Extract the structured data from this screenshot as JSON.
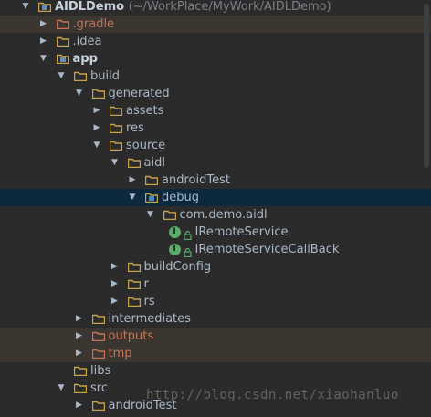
{
  "colors": {
    "background": "#2b2b2b",
    "selected_row": "#0d293e",
    "excluded_row": "#3b3630",
    "folder": "#c7a34a",
    "excluded_folder": "#c4735a",
    "interface_badge": "#5aab6a",
    "text": "#a9b7c6"
  },
  "tree": [
    {
      "label": "AIDLDemo",
      "extra": "(~/WorkPlace/MyWork/AIDLDemo)",
      "depth": 0,
      "arrow": "down",
      "icon": "module-folder-icon",
      "bold": true
    },
    {
      "label": ".gradle",
      "depth": 1,
      "arrow": "right",
      "icon": "excluded-folder-icon",
      "excluded": true
    },
    {
      "label": ".idea",
      "depth": 1,
      "arrow": "right",
      "icon": "folder-icon"
    },
    {
      "label": "app",
      "depth": 1,
      "arrow": "down",
      "icon": "module-folder-icon",
      "bold": true
    },
    {
      "label": "build",
      "depth": 2,
      "arrow": "down",
      "icon": "folder-icon"
    },
    {
      "label": "generated",
      "depth": 3,
      "arrow": "down",
      "icon": "folder-icon"
    },
    {
      "label": "assets",
      "depth": 4,
      "arrow": "right",
      "icon": "folder-icon"
    },
    {
      "label": "res",
      "depth": 4,
      "arrow": "right",
      "icon": "folder-icon"
    },
    {
      "label": "source",
      "depth": 4,
      "arrow": "down",
      "icon": "folder-icon"
    },
    {
      "label": "aidl",
      "depth": 5,
      "arrow": "down",
      "icon": "folder-icon"
    },
    {
      "label": "androidTest",
      "depth": 6,
      "arrow": "right",
      "icon": "folder-icon"
    },
    {
      "label": "debug",
      "depth": 6,
      "arrow": "down",
      "icon": "source-root-folder-icon",
      "selected": true
    },
    {
      "label": "com.demo.aidl",
      "depth": 7,
      "arrow": "down",
      "icon": "package-icon"
    },
    {
      "label": "IRemoteService",
      "depth": 9,
      "arrow": "none",
      "icon": "interface-icon"
    },
    {
      "label": "IRemoteServiceCallBack",
      "depth": 9,
      "arrow": "none",
      "icon": "interface-icon"
    },
    {
      "label": "buildConfig",
      "depth": 5,
      "arrow": "right",
      "icon": "folder-icon"
    },
    {
      "label": "r",
      "depth": 5,
      "arrow": "right",
      "icon": "folder-icon"
    },
    {
      "label": "rs",
      "depth": 5,
      "arrow": "right",
      "icon": "folder-icon"
    },
    {
      "label": "intermediates",
      "depth": 3,
      "arrow": "right",
      "icon": "folder-icon"
    },
    {
      "label": "outputs",
      "depth": 3,
      "arrow": "right",
      "icon": "excluded-folder-icon",
      "excluded": true
    },
    {
      "label": "tmp",
      "depth": 3,
      "arrow": "right",
      "icon": "excluded-folder-icon",
      "excluded": true
    },
    {
      "label": "libs",
      "depth": 2,
      "arrow": "none",
      "icon": "folder-icon"
    },
    {
      "label": "src",
      "depth": 2,
      "arrow": "down",
      "icon": "folder-icon"
    },
    {
      "label": "androidTest",
      "depth": 3,
      "arrow": "right",
      "icon": "folder-icon"
    }
  ],
  "watermark": "http://blog.csdn.net/xiaohanluo"
}
